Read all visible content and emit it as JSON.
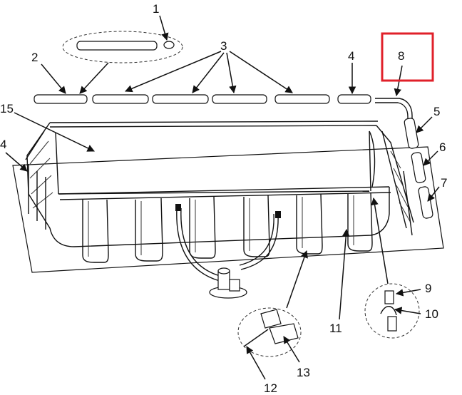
{
  "labels": {
    "l1": "1",
    "l2": "2",
    "l3": "3",
    "l4a": "4",
    "l4b": "4",
    "l5": "5",
    "l6": "6",
    "l7": "7",
    "l8": "8",
    "l9": "9",
    "l10": "10",
    "l11": "11",
    "l12": "12",
    "l13": "13",
    "l15": "15"
  },
  "highlight": {
    "color": "#e0202a"
  }
}
